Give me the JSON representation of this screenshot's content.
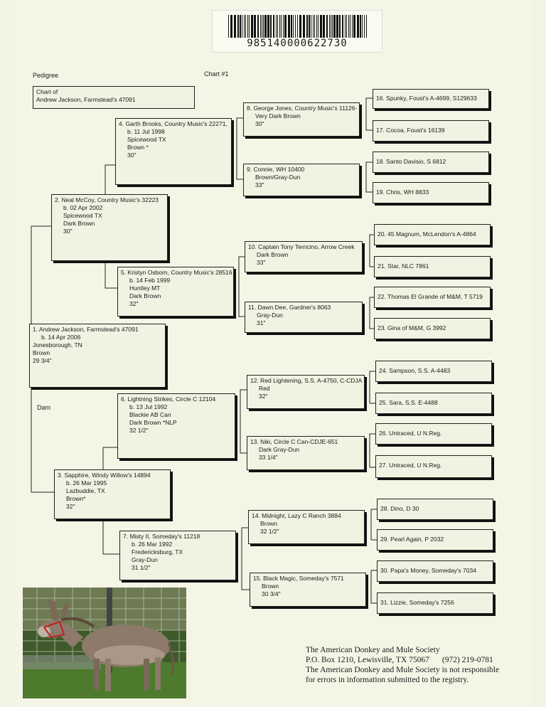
{
  "barcode": {
    "number": "985140000622730"
  },
  "header": {
    "pedigree_label": "Pedigree",
    "chart_label": "Chart #1"
  },
  "chart_of": {
    "line1": "Chart of",
    "line2": "Andrew Jackson, Farmstead's 47091"
  },
  "dam_label": "Dam",
  "animals": {
    "a1": {
      "name": "1. Andrew Jackson, Farmstead's 47091",
      "born": "b. 14 Apr 2006",
      "place": "Jonesborough, TN",
      "color": "Brown",
      "height": "29 3/4\""
    },
    "a2": {
      "name": "2. Neal McCoy, Country Music's 32223",
      "born": "b. 02 Apr 2002",
      "place": "Spicewood TX",
      "color": "Dark Brown",
      "height": "30\""
    },
    "a3": {
      "name": "3. Sapphire, Windy Willow's 14894",
      "born": "b. 26 Mar 1995",
      "place": "Lazbuddie, TX",
      "color": "Brown*",
      "height": "32\""
    },
    "a4": {
      "name": "4. Garth Brooks, Country Music's 22271,",
      "born": "b. 11 Jul 1998",
      "place": "Spicewood TX",
      "color": "Brown *",
      "height": "30\""
    },
    "a5": {
      "name": "5. Kristyn Osborn, Country Music's 28516",
      "born": "b. 14 Feb 1999",
      "place": "Huntley MT",
      "color": "Dark Brown",
      "height": "32\""
    },
    "a6": {
      "name": "6. Lightning Strikes, Circle C 12104",
      "born": "b. 13 Jul 1992",
      "place": "Blackie AB Can",
      "color": "Dark Brown *NLP",
      "height": "32 1/2\""
    },
    "a7": {
      "name": "7. Misty II, Someday's 11218",
      "born": "b. 26 Mar 1992",
      "place": "Fredericksburg, TX",
      "color": "Gray-Dun",
      "height": "31 1/2\""
    },
    "a8": {
      "name": "8. George Jones, Country Music's 11126-",
      "color": "Very Dark Brown",
      "height": "30\""
    },
    "a9": {
      "name": "9. Connie, WH 10400",
      "color": "Brown/Gray-Dun",
      "height": "33\""
    },
    "a10": {
      "name": "10. Captain Tony Terricino, Arrow Creek",
      "color": "Dark Brown",
      "height": "33\""
    },
    "a11": {
      "name": "11. Dawn Dee, Gardner's 8063",
      "color": "Gray-Dun",
      "height": "31\""
    },
    "a12": {
      "name": "12. Red Lightening, S.S. A-4750, C-CDJA",
      "color": "Red",
      "height": "32\""
    },
    "a13": {
      "name": "13. Niki, Circle C Can-CDJE-651",
      "color": "Dark Gray-Dun",
      "height": "33 1/4\""
    },
    "a14": {
      "name": "14. Midnight, Lazy C Ranch 3884",
      "color": "Brown",
      "height": "32 1/2\""
    },
    "a15": {
      "name": "15. Black Magic, Someday's 7571",
      "color": "Brown",
      "height": "30 3/4\""
    },
    "a16": {
      "name": "16. Spunky, Foust's A-4699, S129633"
    },
    "a17": {
      "name": "17. Cocoa, Foust's 16139"
    },
    "a18": {
      "name": "18. Santo Davisio, S 6812"
    },
    "a19": {
      "name": "19. Chris, WH 8833"
    },
    "a20": {
      "name": "20. 45 Magnum, McLendon's A-4864"
    },
    "a21": {
      "name": "21. Star, NLC 7861"
    },
    "a22": {
      "name": "22. Thomas El Grande of M&M, T 5719"
    },
    "a23": {
      "name": "23. Gina of M&M, G 3992"
    },
    "a24": {
      "name": "24. Sampson, S.S. A-4483"
    },
    "a25": {
      "name": "25. Sara, S.S. E-4488"
    },
    "a26": {
      "name": "26. Untraced, U N.Reg."
    },
    "a27": {
      "name": "27. Untraced, U N.Reg."
    },
    "a28": {
      "name": "28. Dino, D 30"
    },
    "a29": {
      "name": "29. Pearl Again, P 2032"
    },
    "a30": {
      "name": "30. Papa's Money, Someday's 7034"
    },
    "a31": {
      "name": "31. Lizzie, Someday's 7256"
    }
  },
  "footer": {
    "org": "The American Donkey and Mule Society",
    "address": "P.O. Box 1210, Lewisville, TX 75067",
    "phone": "(972) 219-0781",
    "disclaimer1": "The American Donkey and Mule Society is not responsible",
    "disclaimer2": "for errors in information submitted to the registry."
  }
}
